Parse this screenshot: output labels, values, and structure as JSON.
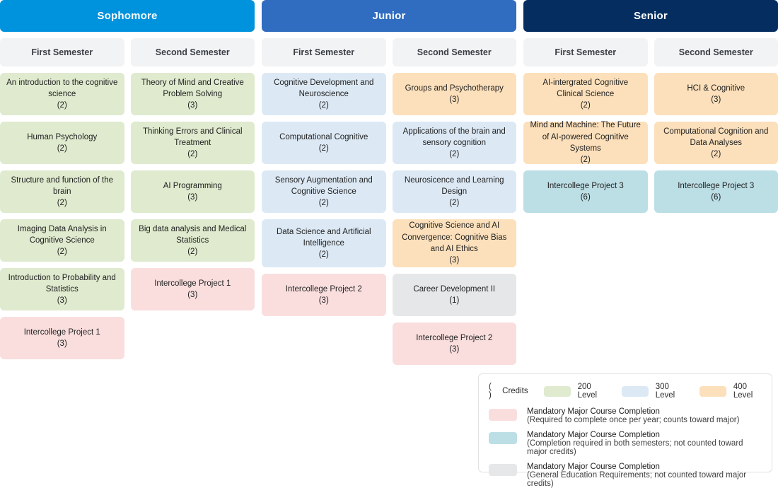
{
  "years": [
    {
      "name": "Sophomore",
      "color": "#0093dd",
      "semesters": [
        {
          "name": "First Semester",
          "courses": [
            {
              "title": "An introduction to the cognitive science",
              "credits": "(2)",
              "level": "lvl200",
              "tall": false
            },
            {
              "title": "Human Psychology",
              "credits": "(2)",
              "level": "lvl200",
              "tall": false
            },
            {
              "title": "Structure and function of the brain",
              "credits": "(2)",
              "level": "lvl200",
              "tall": false
            },
            {
              "title": "Imaging Data Analysis in Cognitive Science",
              "credits": "(2)",
              "level": "lvl200",
              "tall": false
            },
            {
              "title": "Introduction to Probability and Statistics",
              "credits": "(3)",
              "level": "lvl200",
              "tall": false
            },
            {
              "title": "Intercollege Project 1",
              "credits": "(3)",
              "level": "mand-year",
              "tall": false
            }
          ]
        },
        {
          "name": "Second Semester",
          "courses": [
            {
              "title": "Theory of Mind and Creative Problem Solving",
              "credits": "(3)",
              "level": "lvl200",
              "tall": false
            },
            {
              "title": "Thinking Errors and Clinical Treatment",
              "credits": "(2)",
              "level": "lvl200",
              "tall": false
            },
            {
              "title": "AI Programming",
              "credits": "(3)",
              "level": "lvl200",
              "tall": false
            },
            {
              "title": "Big data analysis and Medical Statistics",
              "credits": "(2)",
              "level": "lvl200",
              "tall": false
            },
            {
              "title": "Intercollege Project 1",
              "credits": "(3)",
              "level": "mand-year",
              "tall": false
            }
          ]
        }
      ]
    },
    {
      "name": "Junior",
      "color": "#306cbf",
      "semesters": [
        {
          "name": "First Semester",
          "courses": [
            {
              "title": "Cognitive Development and Neuroscience",
              "credits": "(2)",
              "level": "lvl300",
              "tall": false
            },
            {
              "title": "Computational Cognitive",
              "credits": "(2)",
              "level": "lvl300",
              "tall": false
            },
            {
              "title": "Sensory Augmentation and Cognitive Science",
              "credits": "(2)",
              "level": "lvl300",
              "tall": false
            },
            {
              "title": "Data Science and Artificial Intelligence",
              "credits": "(2)",
              "level": "lvl300",
              "tall": true
            },
            {
              "title": "Intercollege Project 2",
              "credits": "(3)",
              "level": "mand-year",
              "tall": false
            }
          ]
        },
        {
          "name": "Second Semester",
          "courses": [
            {
              "title": "Groups and Psychotherapy",
              "credits": "(3)",
              "level": "lvl400",
              "tall": false
            },
            {
              "title": "Applications of the brain and sensory cognition",
              "credits": "(2)",
              "level": "lvl300",
              "tall": false
            },
            {
              "title": "Neurosicence and Learning Design",
              "credits": "(2)",
              "level": "lvl300",
              "tall": false
            },
            {
              "title": "Cognitive Science and AI Convergence: Cognitive Bias and AI Ethics",
              "credits": "(3)",
              "level": "lvl400",
              "tall": true
            },
            {
              "title": "Career Development II",
              "credits": "(1)",
              "level": "mand-gen",
              "tall": false
            },
            {
              "title": "Intercollege Project 2",
              "credits": "(3)",
              "level": "mand-year",
              "tall": false
            }
          ]
        }
      ]
    },
    {
      "name": "Senior",
      "color": "#052d60",
      "semesters": [
        {
          "name": "First Semester",
          "courses": [
            {
              "title": "AI-intergrated Cognitive Clinical Science",
              "credits": "(2)",
              "level": "lvl400",
              "tall": false
            },
            {
              "title": "Mind and Machine: The Future of AI-powered Cognitive Systems",
              "credits": "(2)",
              "level": "lvl400",
              "tall": false
            },
            {
              "title": "Intercollege Project 3",
              "credits": "(6)",
              "level": "mand-both",
              "tall": false
            }
          ]
        },
        {
          "name": "Second Semester",
          "courses": [
            {
              "title": "HCI & Cognitive",
              "credits": "(3)",
              "level": "lvl400",
              "tall": false
            },
            {
              "title": "Computational Cognition and Data Analyses",
              "credits": "(2)",
              "level": "lvl400",
              "tall": false
            },
            {
              "title": "Intercollege Project 3",
              "credits": "(6)",
              "level": "mand-both",
              "tall": false
            }
          ]
        }
      ]
    }
  ],
  "legend": {
    "credits_symbol": "( )",
    "credits_label": "Credits",
    "levels": [
      {
        "label": "200 Level",
        "swatch": "lvl200"
      },
      {
        "label": "300 Level",
        "swatch": "lvl300"
      },
      {
        "label": "400 Level",
        "swatch": "lvl400"
      }
    ],
    "notes": [
      {
        "swatch": "mand-year",
        "main": "Mandatory Major Course Completion",
        "sub": "(Required to complete once per year; counts toward major)"
      },
      {
        "swatch": "mand-both",
        "main": "Mandatory Major Course Completion",
        "sub": "(Completion required in both semesters; not counted toward major credits)"
      },
      {
        "swatch": "mand-gen",
        "main": "Mandatory Major Course Completion",
        "sub": "(General Education Requirements; not counted toward major credits)"
      }
    ]
  }
}
